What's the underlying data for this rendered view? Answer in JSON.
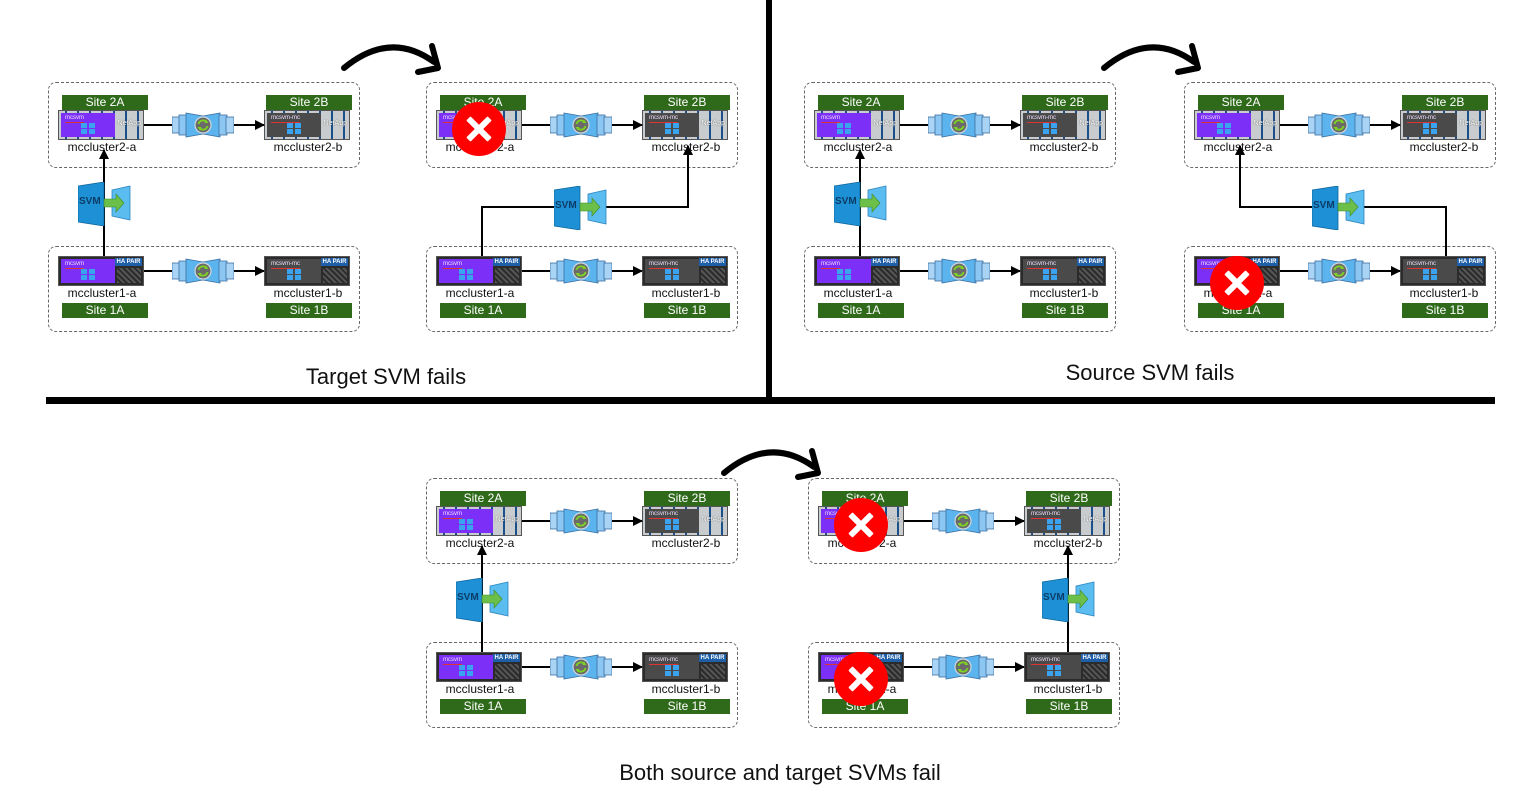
{
  "captions": {
    "target_fails": "Target SVM fails",
    "source_fails": "Source SVM fails",
    "both_fail": "Both source and target SVMs fail"
  },
  "labels": {
    "site_2a": "Site 2A",
    "site_2b": "Site 2B",
    "site_1a": "Site 1A",
    "site_1b": "Site 1B",
    "cluster_2a": "mccluster2-a",
    "cluster_2b": "mccluster2-b",
    "cluster_1a": "mccluster1-a",
    "cluster_1b": "mccluster1-b",
    "svm": "SVM",
    "ha_pair": "HA PAIR",
    "netapp": "NetApp",
    "mcsvm": "mcsvm",
    "mcsvm_mc": "mcsvm-mc"
  },
  "colors": {
    "site_label": "#2f6a1a",
    "active_svm": "#7b2ff7",
    "standby_svm": "#4a4a4a",
    "failure": "#ff0000",
    "svm_icon": "#1e90d6"
  },
  "scenarios": [
    {
      "name": "Target SVM fails",
      "failed": [
        "mccluster2-a"
      ],
      "svm_path": "mccluster1-a -> mccluster2-b"
    },
    {
      "name": "Source SVM fails",
      "failed": [
        "mccluster1-a"
      ],
      "svm_path": "mccluster1-b -> mccluster2-a"
    },
    {
      "name": "Both source and target SVMs fail",
      "failed": [
        "mccluster2-a",
        "mccluster1-a"
      ],
      "svm_path": "mccluster1-b -> mccluster2-b"
    }
  ]
}
